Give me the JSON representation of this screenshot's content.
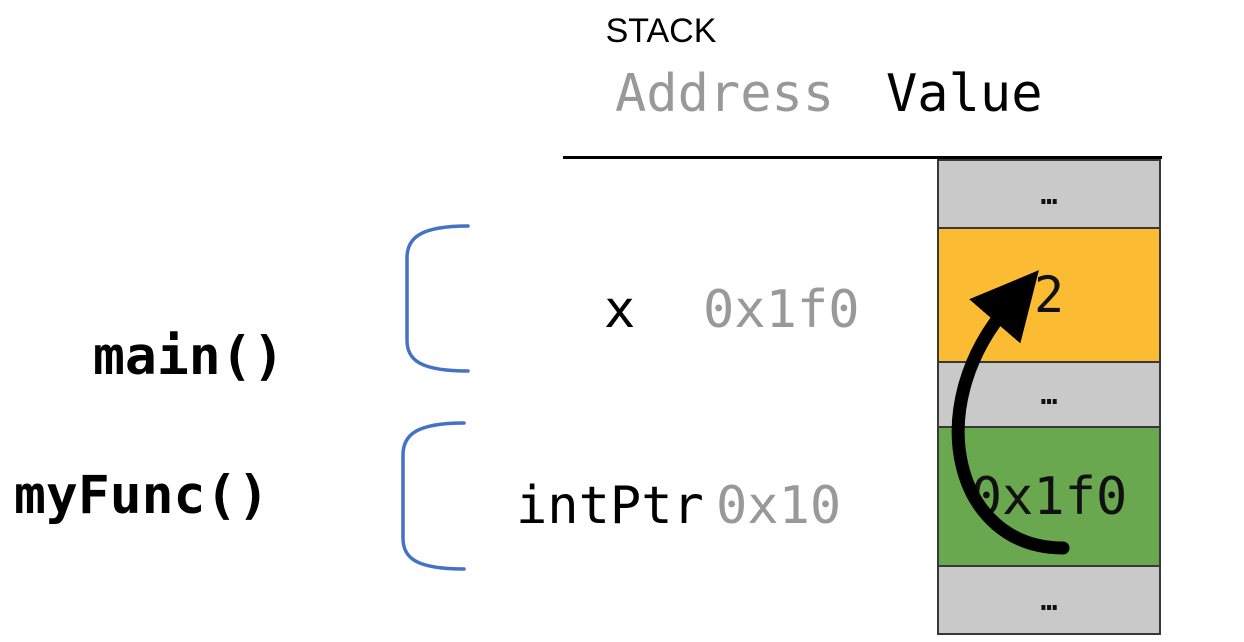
{
  "diagram": {
    "title": "STACK",
    "columns": {
      "address": "Address",
      "value": "Value"
    },
    "frames": [
      {
        "label": "main()",
        "variable": "x",
        "address": "0x1f0"
      },
      {
        "label": "myFunc()",
        "variable": "intPtr",
        "address": "0x10"
      }
    ],
    "stack_cells": [
      {
        "value": "…",
        "kind": "ellipsis"
      },
      {
        "value": "2",
        "kind": "highlight-orange"
      },
      {
        "value": "…",
        "kind": "ellipsis"
      },
      {
        "value": "0x1f0",
        "kind": "highlight-green"
      },
      {
        "value": "…",
        "kind": "ellipsis"
      }
    ],
    "pointer_arrow": {
      "from_value": "0x1f0",
      "points_to_address": "0x1f0"
    },
    "colors": {
      "cell_gray": "#c9c9c9",
      "cell_orange": "#fbbc34",
      "cell_green": "#6aa84f",
      "bracket_blue": "#4472c4",
      "address_gray": "#999999",
      "arrow_black": "#000000",
      "border_dark": "#383838"
    }
  }
}
